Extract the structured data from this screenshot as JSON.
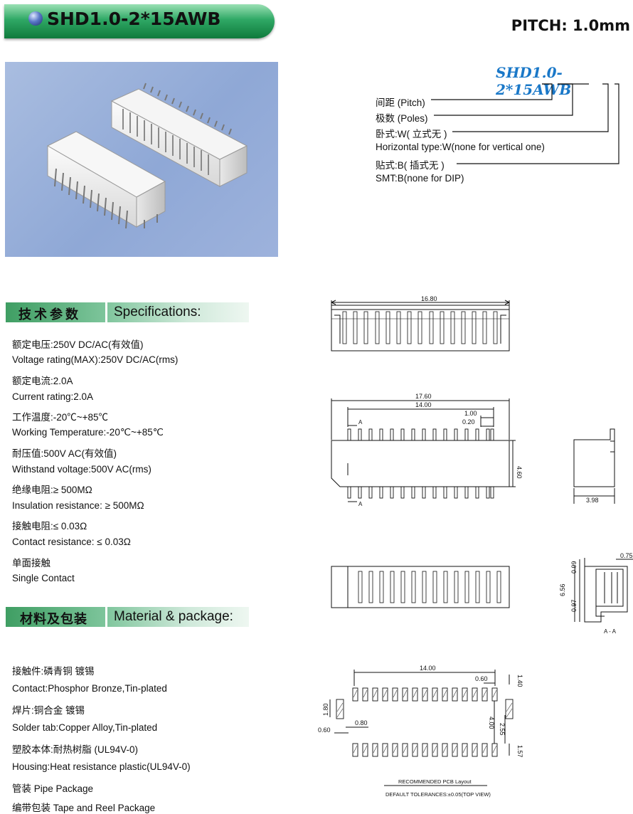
{
  "header": {
    "title": "SHD1.0-2*15AWB",
    "pitch": "PITCH: 1.0mm"
  },
  "part_number_key": {
    "part_number": "SHD1.0-2*15AWB",
    "lines": [
      "间距 (Pitch)",
      "极数 (Poles)",
      "卧式:W( 立式无 )",
      "Horizontal type:W(none for vertical one)",
      "贴式:B( 插式无 )",
      "SMT:B(none for DIP)"
    ]
  },
  "specifications": {
    "heading_cn": "技术参数",
    "heading_en": "Specifications:",
    "items": [
      "额定电压:250V DC/AC(有效值)",
      "Voltage rating(MAX):250V DC/AC(rms)",
      "额定电流:2.0A",
      "Current rating:2.0A",
      "工作温度:-20℃~+85℃",
      "Working Temperature:-20℃~+85℃",
      "耐压值:500V AC(有效值)",
      "Withstand voltage:500V AC(rms)",
      "绝缘电阻:≥ 500MΩ",
      "Insulation resistance: ≥ 500MΩ",
      "接触电阻:≤ 0.03Ω",
      "Contact resistance: ≤ 0.03Ω",
      "单面接触",
      "Single Contact"
    ]
  },
  "material": {
    "heading_cn": "材料及包装",
    "heading_en": "Material & package:",
    "items": [
      "接触件:磷青铜 镀锡",
      "Contact:Phosphor Bronze,Tin-plated",
      "焊片:铜合金 镀锡",
      "Solder  tab:Copper Alloy,Tin-plated",
      "塑胶本体:耐热树脂 (UL94V-0)",
      "Housing:Heat resistance plastic(UL94V-0)",
      "管装 Pipe Package",
      "编带包装 Tape and Reel Package"
    ]
  },
  "drawing": {
    "dims": {
      "d1680": "16.80",
      "d1760": "17.60",
      "d1400a": "14.00",
      "d100": "1.00",
      "d020": "0.20",
      "d460": "4.60",
      "d398": "3.98",
      "d075": "0.75",
      "d099": "0.99",
      "d656": "6.56",
      "d097": "0.97",
      "d1400b": "14.00",
      "d060a": "0.60",
      "d140": "1.40",
      "d180": "1.80",
      "d060b": "0.60",
      "d080": "0.80",
      "d400": "4.00",
      "d255": "2.55",
      "d157": "1.57"
    },
    "section_a": "A",
    "section_label": "A - A",
    "pcb_label": "RECOMMENDED PCB Layout",
    "tolerance": "DEFAULT TOLERANCES:±0.05(TOP VIEW)"
  }
}
